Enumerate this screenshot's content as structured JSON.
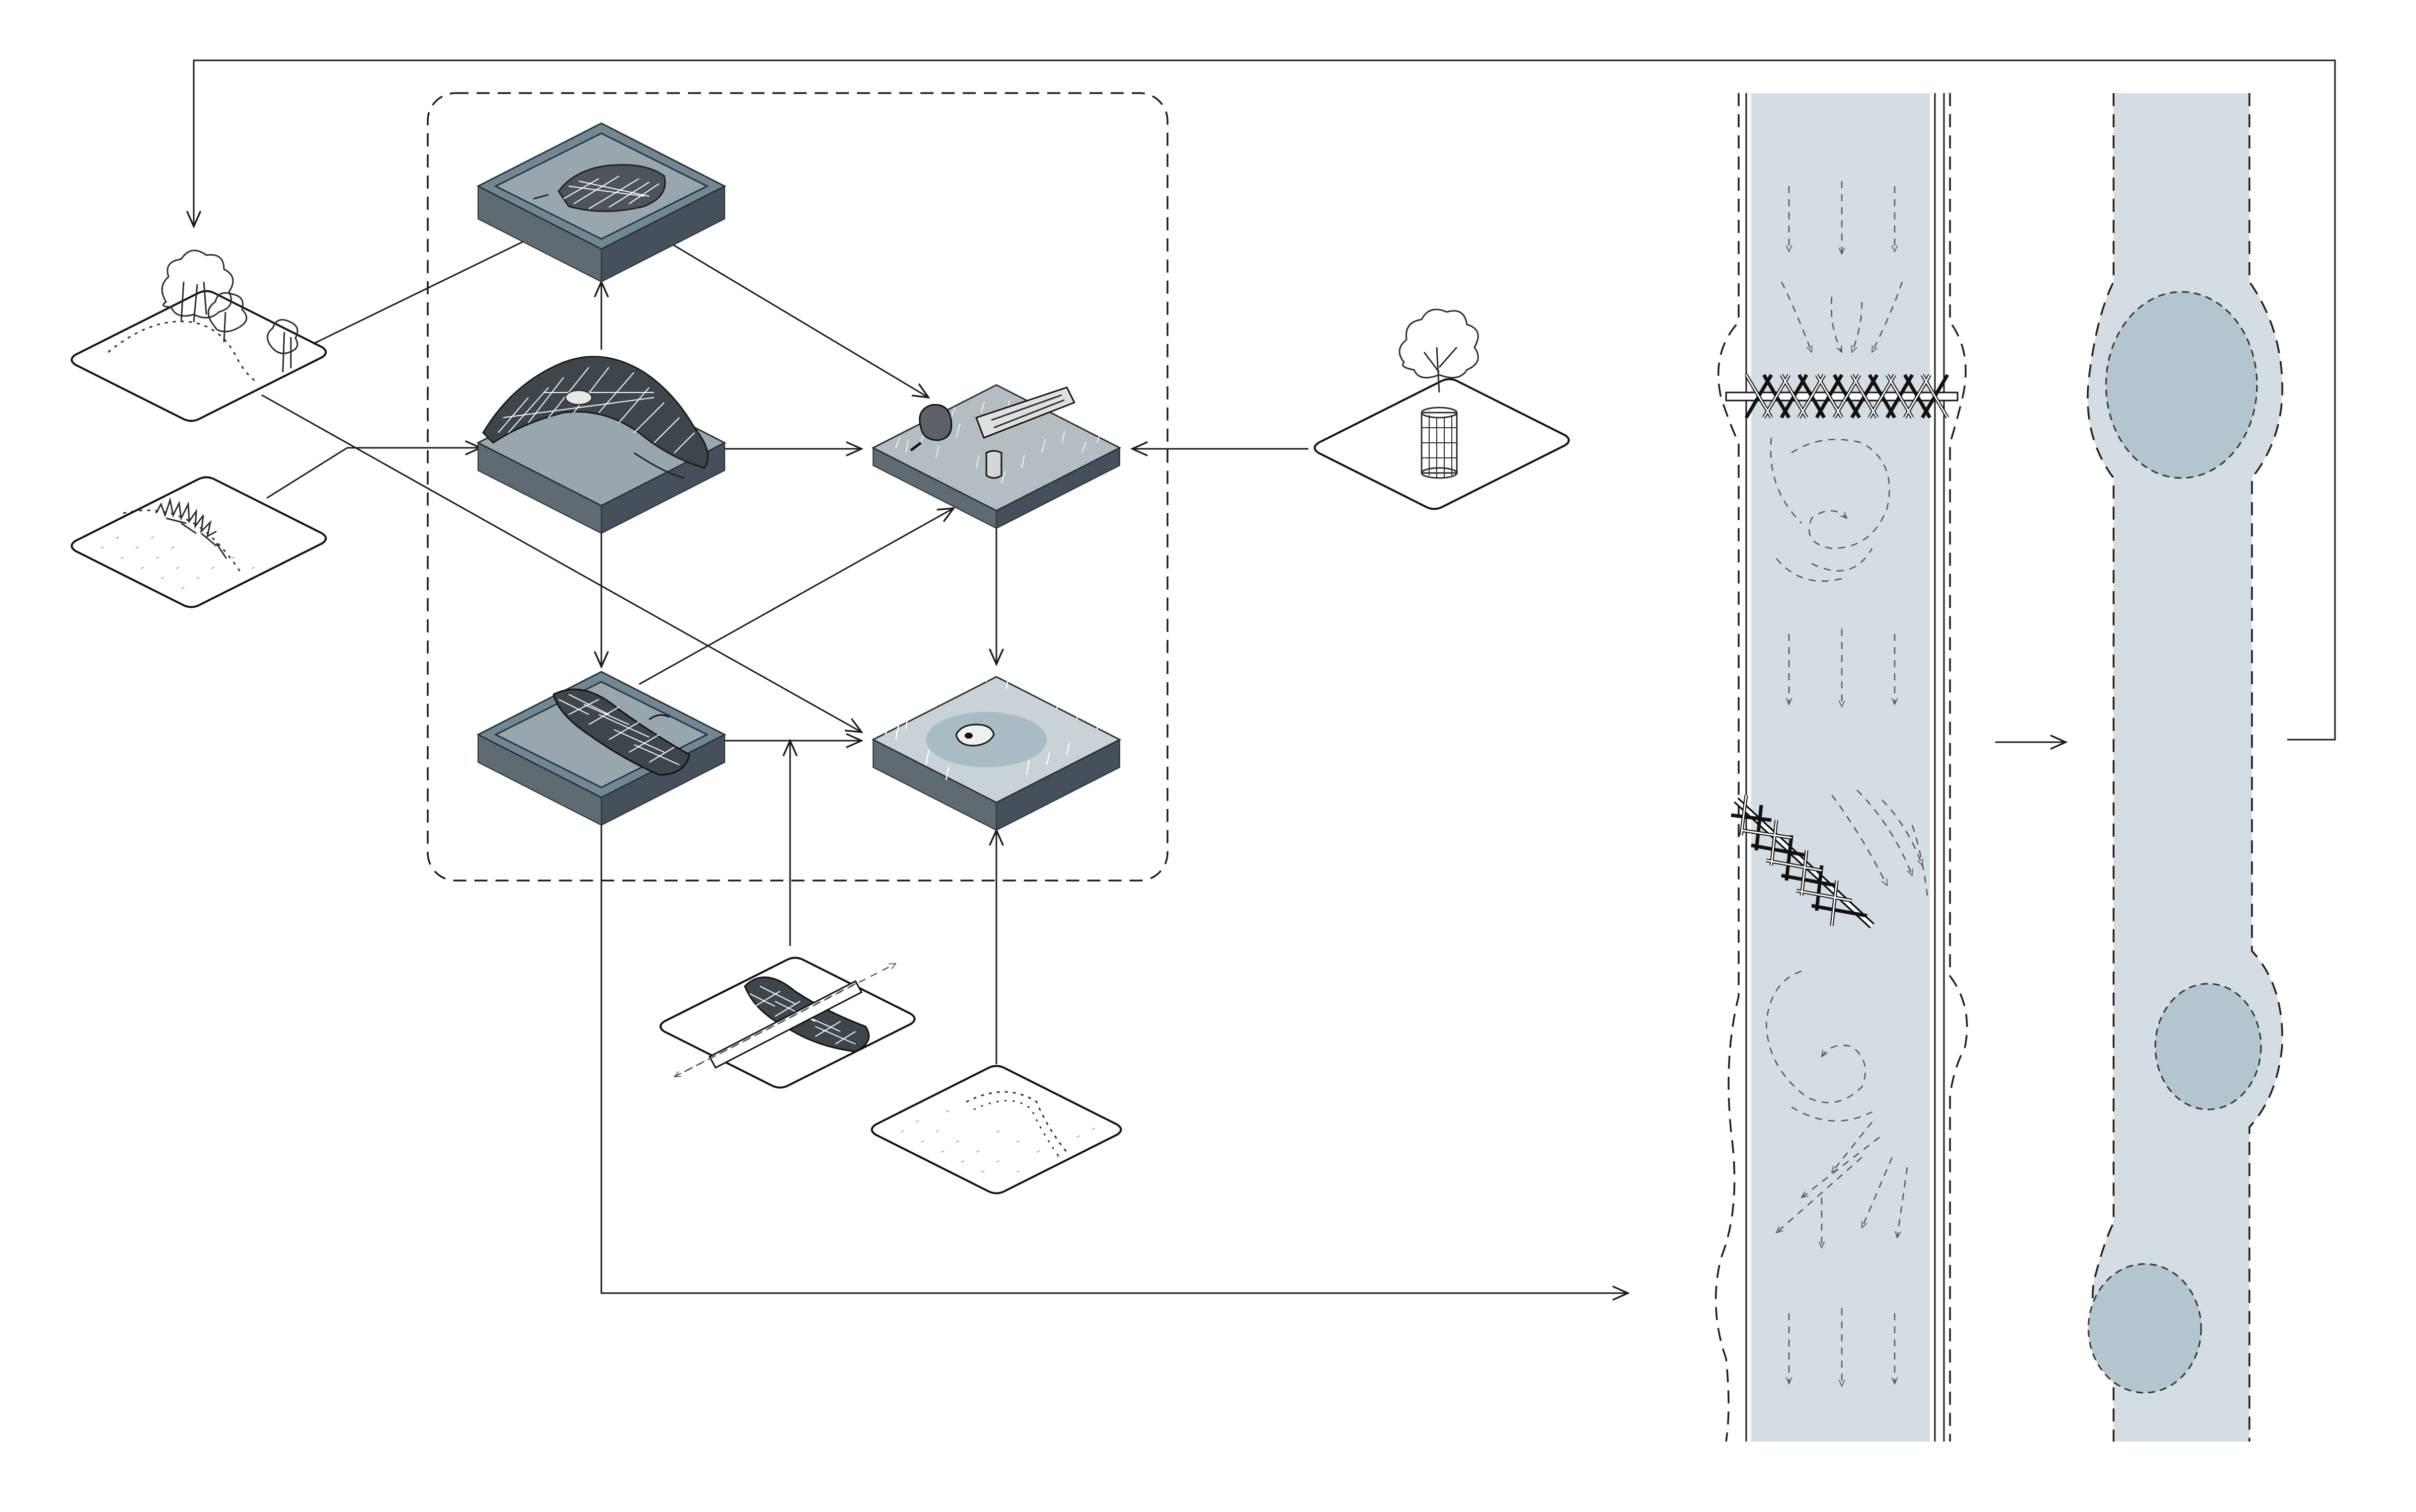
{
  "diagram": {
    "palette": {
      "stream_water": "#d4dde3",
      "pool_water": "#b3c6cd",
      "tile_top": "#98a6ae",
      "tile_edge_dark": "#45505a",
      "line": "#1a1a1a"
    },
    "nodes": [
      {
        "name": "input-riparian-vegetation-tile",
        "kind": "input-tile",
        "icon": "tree-cluster-icon"
      },
      {
        "name": "input-bank-debris-tile",
        "kind": "input-tile",
        "icon": "woody-debris-icon"
      },
      {
        "name": "process-beaver-dam-pond-tile",
        "kind": "process-tile",
        "icon": "beaver-dam-icon"
      },
      {
        "name": "process-beaver-lodge-tile",
        "kind": "process-tile",
        "icon": "beaver-lodge-icon"
      },
      {
        "name": "process-beaver-foraging-tile",
        "kind": "process-tile",
        "icon": "beaver-felling-tree-icon"
      },
      {
        "name": "process-dam-structure-tile",
        "kind": "process-tile",
        "icon": "dam-structure-icon"
      },
      {
        "name": "process-flooded-wetland-tile",
        "kind": "process-tile",
        "icon": "wetland-icon"
      },
      {
        "name": "input-protected-sapling-tile",
        "kind": "input-tile",
        "icon": "caged-sapling-icon"
      },
      {
        "name": "input-log-structure-tile",
        "kind": "input-tile",
        "icon": "log-bundle-icon"
      },
      {
        "name": "input-floodplain-grading-tile",
        "kind": "input-tile",
        "icon": "terrain-icon"
      }
    ],
    "panels": [
      {
        "name": "stream-flow-panel",
        "icon": "flow-arrows-icon"
      },
      {
        "name": "stream-pools-panel",
        "icon": "pool-icon"
      }
    ]
  }
}
